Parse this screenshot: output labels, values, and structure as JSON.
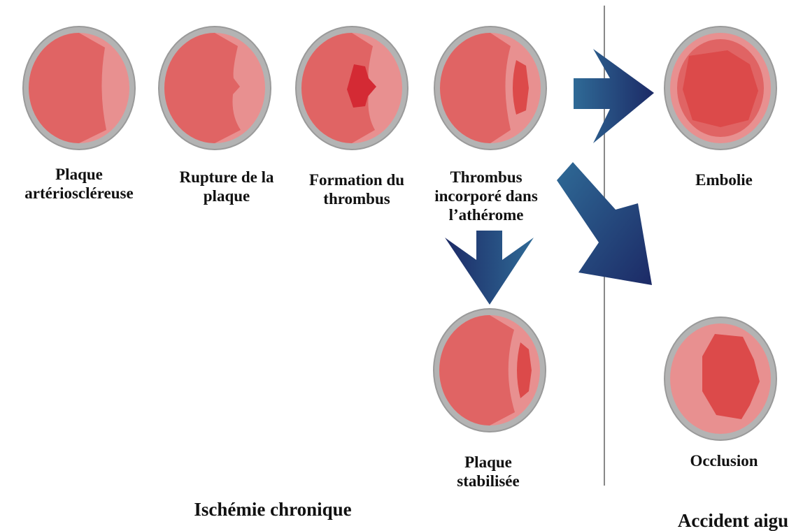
{
  "stages": [
    {
      "id": "plaque",
      "lines": [
        "Plaque",
        "artérioscléreuse"
      ]
    },
    {
      "id": "rupture",
      "lines": [
        "Rupture de la",
        "plaque"
      ]
    },
    {
      "id": "formation",
      "lines": [
        "Formation du",
        "thrombus"
      ]
    },
    {
      "id": "incorporated",
      "lines": [
        "Thrombus",
        "incorporé dans",
        "l’athérome"
      ]
    },
    {
      "id": "embolie",
      "lines": [
        "Embolie"
      ]
    },
    {
      "id": "stabilisee",
      "lines": [
        "Plaque",
        "stabilisée"
      ]
    },
    {
      "id": "occlusion",
      "lines": [
        "Occlusion"
      ]
    }
  ],
  "sections": {
    "chronic": "Ischémie chronique",
    "acute": "Accident aigu"
  },
  "colors": {
    "vessel_wall": "#b3b3b3",
    "vessel_wall_edge": "#9a9a9a",
    "light_tissue": "#e89090",
    "lumen": "#e06464",
    "thrombus_light": "#dc4a4a",
    "thrombus_dark": "#d42a34",
    "arrow_dark": "#1c2a66",
    "arrow_light": "#2f6a96",
    "divider": "#888888"
  }
}
